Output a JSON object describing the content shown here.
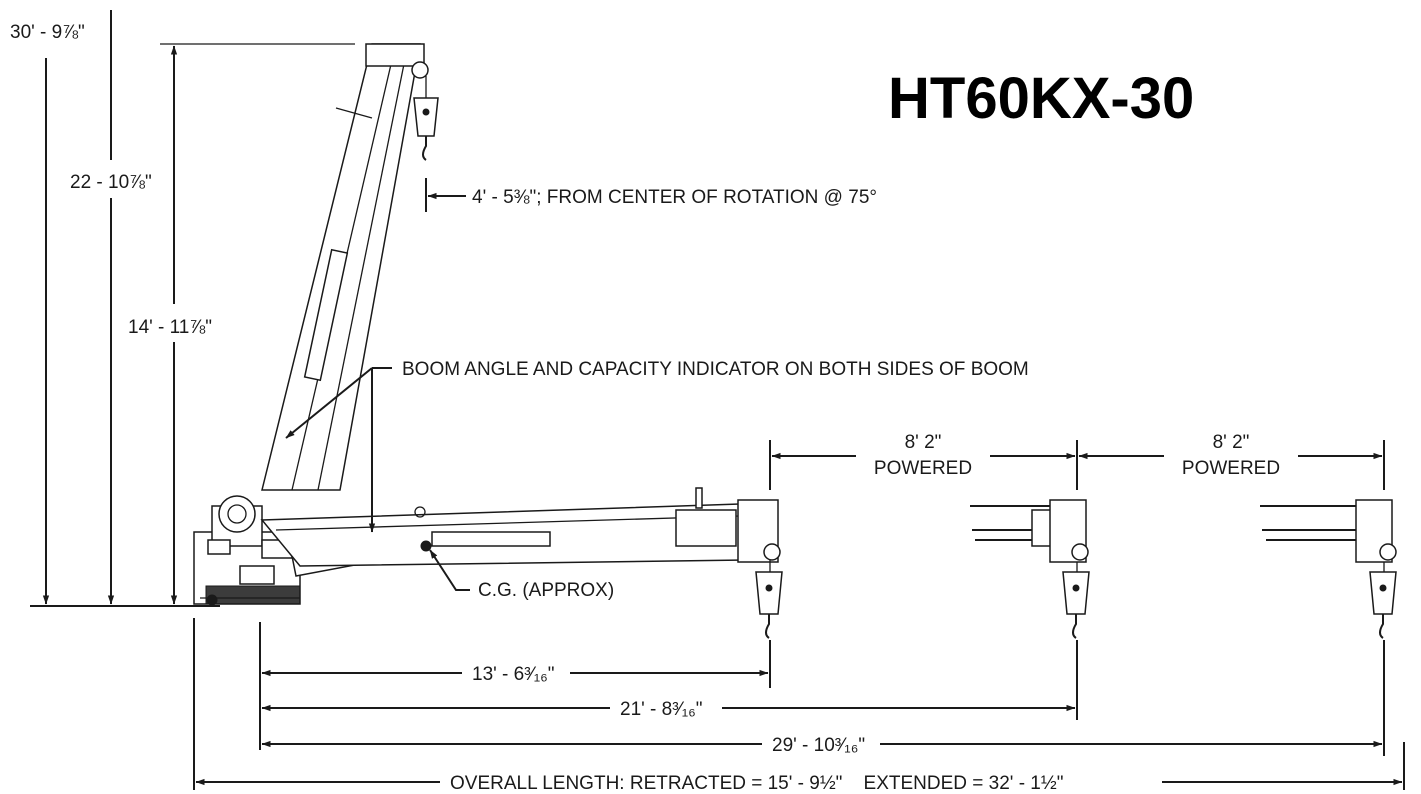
{
  "title": "HT60KX-30",
  "heights": {
    "total": "30' - 9⅞\"",
    "upper": "22 - 10⅞\"",
    "lower": "14' - 11⅞\""
  },
  "radius_note": "4' - 5⅜\"; FROM CENTER OF ROTATION @ 75°",
  "indicator_note": "BOOM ANGLE AND CAPACITY INDICATOR ON BOTH SIDES OF BOOM",
  "cg_label": "C.G. (APPROX)",
  "extensions": [
    {
      "length": "8' 2\"",
      "label": "POWERED"
    },
    {
      "length": "8' 2\"",
      "label": "POWERED"
    }
  ],
  "reach": {
    "retracted": "13' - 6³⁄₁₆\"",
    "first_ext": "21' - 8³⁄₁₆\"",
    "second_ext": "29' - 10³⁄₁₆\""
  },
  "overall": "OVERALL LENGTH: RETRACTED = 15' - 9½\"    EXTENDED = 32' - 1½\""
}
